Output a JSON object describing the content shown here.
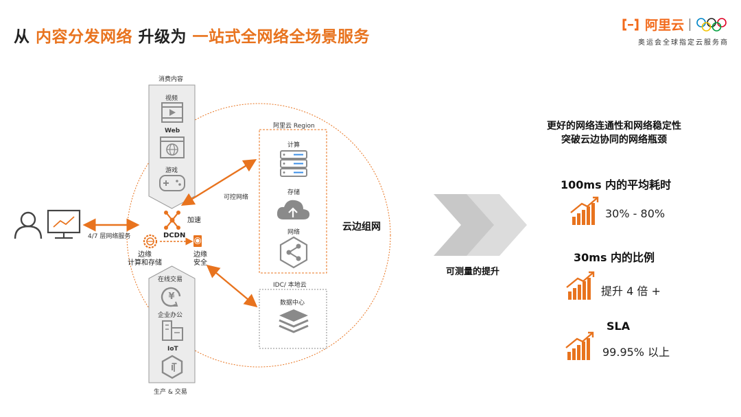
{
  "title": {
    "prefix": "从 ",
    "hl1": "内容分发网络",
    "mid": " 升级为 ",
    "hl2": "一站式全网络全场景服务"
  },
  "brand": {
    "name": "阿里云",
    "subtitle": "奥运会全球指定云服务商"
  },
  "consumption": {
    "header": "消费内容",
    "video": "视频",
    "web": "Web",
    "game": "游戏"
  },
  "production": {
    "footer": "生产 & 交易",
    "online": "在线交易",
    "office": "企业办公",
    "iot": "IoT"
  },
  "user_link_label": "4/7 层网络服务",
  "dcdn": {
    "center": "DCDN",
    "accelerate": "加速",
    "edge_compute": "边缘\n计算和存储",
    "edge_security": "边缘\n安全"
  },
  "region": {
    "title": "阿里云 Region",
    "compute": "计算",
    "storage": "存储",
    "network": "网络"
  },
  "idc": {
    "title": "IDC/ 本地云",
    "datacenter": "数据中心"
  },
  "controllable_network": "可控网络",
  "cloud_edge": "云边组网",
  "measurable": "可测量的提升",
  "right": {
    "heading1": "更好的网络连通性和网络稳定性",
    "heading2": "突破云边协同的网络瓶颈",
    "metrics": [
      {
        "label": "100ms 内的平均耗时",
        "value": "30% - 80%"
      },
      {
        "label": "30ms 内的比例",
        "value": "提升 4 倍 +"
      },
      {
        "label": "SLA",
        "value": "99.95% 以上"
      }
    ]
  },
  "colors": {
    "accent": "#e8731e",
    "gray_icon": "#8a8a8a",
    "panel": "#ececec"
  }
}
